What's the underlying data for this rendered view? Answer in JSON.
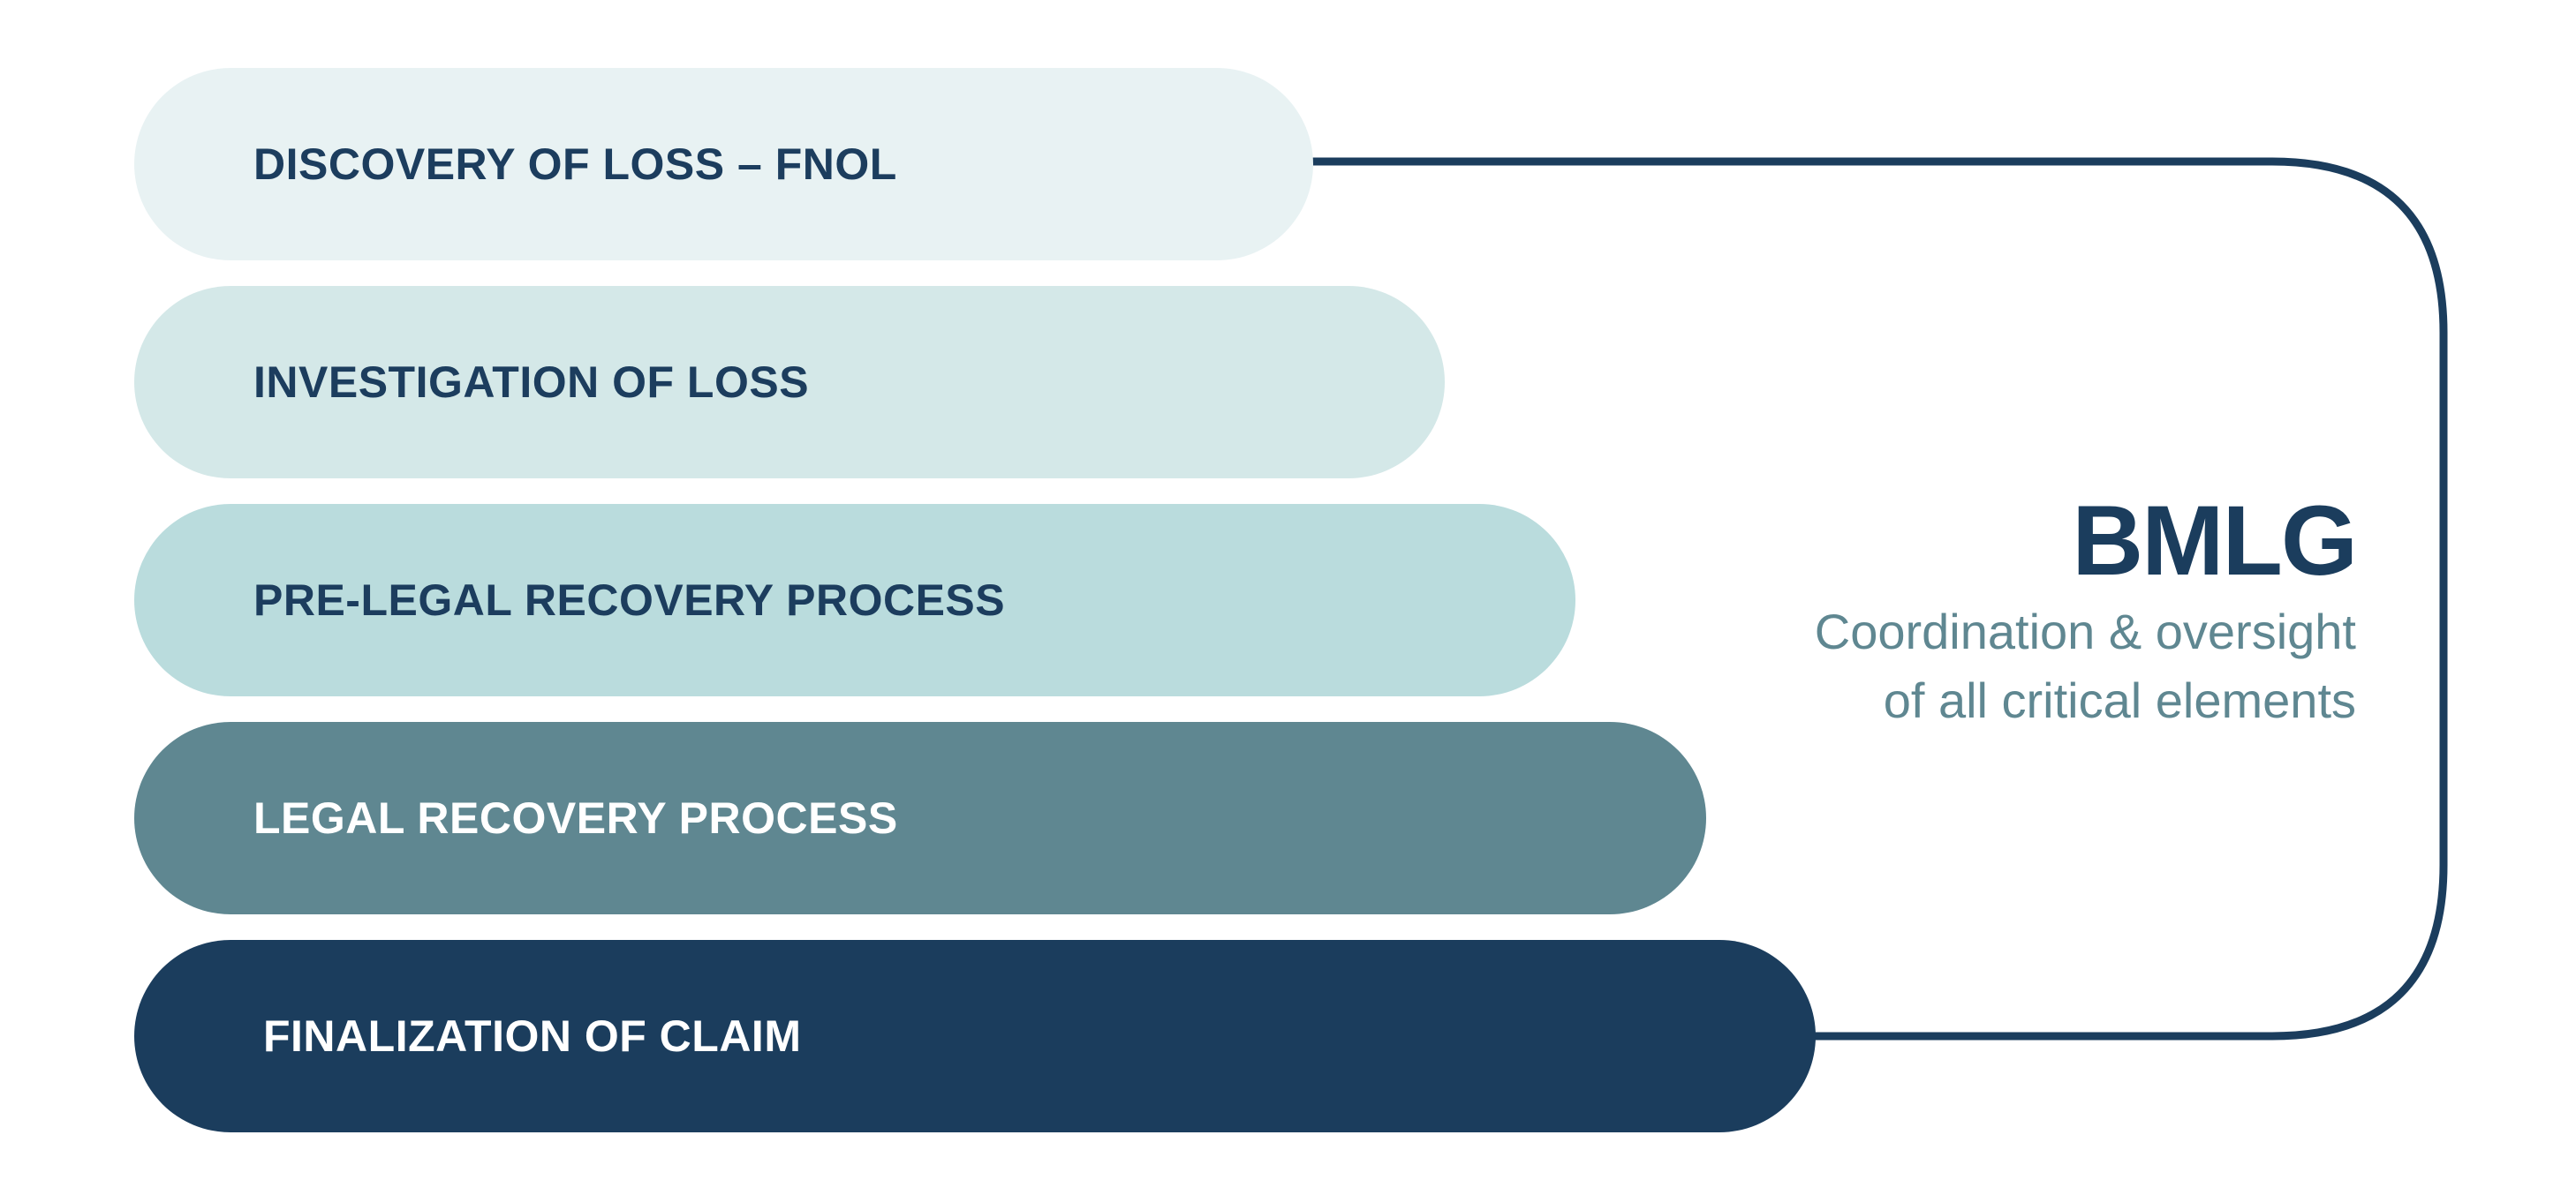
{
  "steps": [
    {
      "label": "DISCOVERY OF LOSS – FNOL",
      "color": "#e8f2f3"
    },
    {
      "label": "INVESTIGATION OF LOSS",
      "color": "#d4e8e8"
    },
    {
      "label": "PRE-LEGAL RECOVERY PROCESS",
      "color": "#badcdd"
    },
    {
      "label": "LEGAL RECOVERY PROCESS",
      "color": "#5f8791"
    },
    {
      "label": "FINALIZATION OF CLAIM",
      "color": "#1b3d5d"
    }
  ],
  "brand": {
    "name": "BMLG",
    "tagline_line1": "Coordination & oversight",
    "tagline_line2": "of all critical elements"
  },
  "colors": {
    "navy": "#1b3d5d",
    "teal": "#5f8791",
    "bracket": "#1b3d5d"
  }
}
